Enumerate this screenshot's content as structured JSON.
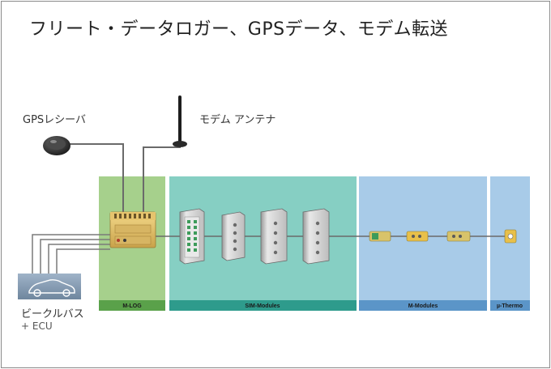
{
  "title": "フリート・データロガー、GPSデータ、モデム転送",
  "labels": {
    "gps_receiver": "GPSレシーバ",
    "modem_antenna": "モデム アンテナ",
    "vehicle_bus": "ビークルバス",
    "ecu": "+ ECU"
  },
  "sections": [
    {
      "label": "M-LOG",
      "color": "#a6d08c",
      "bar_color": "#5aa14a"
    },
    {
      "label": "SIM-Modules",
      "color": "#86cfc3",
      "bar_color": "#2e9b8c"
    },
    {
      "label": "M-Modules",
      "color": "#a8cbe8",
      "bar_color": "#5b95c8"
    },
    {
      "label": "µ-Thermo",
      "color": "#a8cbe8",
      "bar_color": "#5b95c8"
    }
  ],
  "icons": [
    "gps-puck-icon",
    "antenna-icon",
    "car-icon",
    "data-logger-icon",
    "module-icon"
  ]
}
